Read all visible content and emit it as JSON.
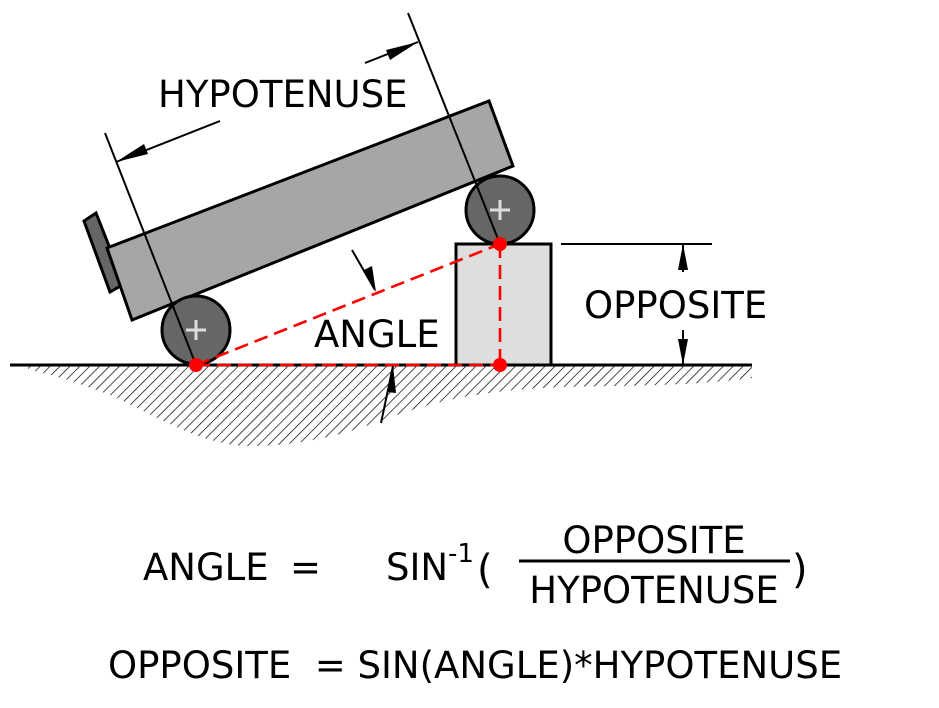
{
  "labels": {
    "hypotenuse": "HYPOTENUSE",
    "opposite": "OPPOSITE",
    "angle": "ANGLE"
  },
  "formulas": {
    "angle_lhs": "ANGLE",
    "angle_eq": "=",
    "angle_func": "SIN",
    "angle_exp": "-1",
    "angle_open": "(",
    "angle_num": "OPPOSITE",
    "angle_den": "HYPOTENUSE",
    "angle_close": ")",
    "opp_line": "OPPOSITE  = SIN(ANGLE)*HYPOTENUSE"
  },
  "colors": {
    "line": "#000000",
    "beam": "#a6a6a6",
    "block": "#dedede",
    "wheel": "#666666",
    "accent": "#ff0000"
  }
}
